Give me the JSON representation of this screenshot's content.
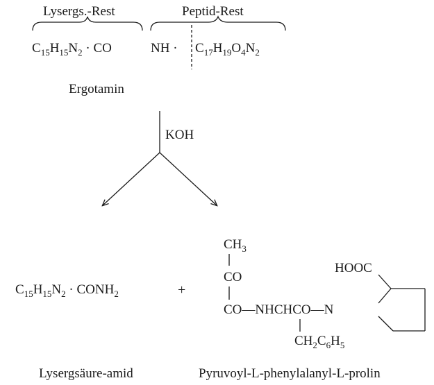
{
  "ergotamin": {
    "lyserg_label": "Lysergs.-Rest",
    "peptid_label": "Peptid-Rest",
    "formula_left": {
      "c": "C",
      "c_n": "15",
      "h": "H",
      "h_n": "15",
      "n": "N",
      "n_n": "2",
      "tail": " · CO"
    },
    "formula_mid": "NH ·",
    "formula_right": {
      "c": "C",
      "c_n": "17",
      "h": "H",
      "h_n": "19",
      "o": "O",
      "o_n": "4",
      "n": "N",
      "n_n": "2"
    },
    "name": "Ergotamin"
  },
  "reagent": "KOH",
  "product_left": {
    "formula": {
      "c": "C",
      "c_n": "15",
      "h": "H",
      "h_n": "15",
      "n": "N",
      "n_n": "2",
      "tail": " · CONH",
      "tail_n": "2"
    },
    "name": "Lysergsäure-amid"
  },
  "plus": "+",
  "product_right": {
    "ch3": "CH",
    "ch3_n": "3",
    "co1": "CO",
    "chain": "CO—NHCHCO—N",
    "hooc": "HOOC",
    "benzyl": {
      "a": "CH",
      "a_n": "2",
      "b": "C",
      "b_n": "6",
      "c": "H",
      "c_n": "5"
    },
    "name": "Pyruvoyl-L-phenylalanyl-L-prolin"
  }
}
